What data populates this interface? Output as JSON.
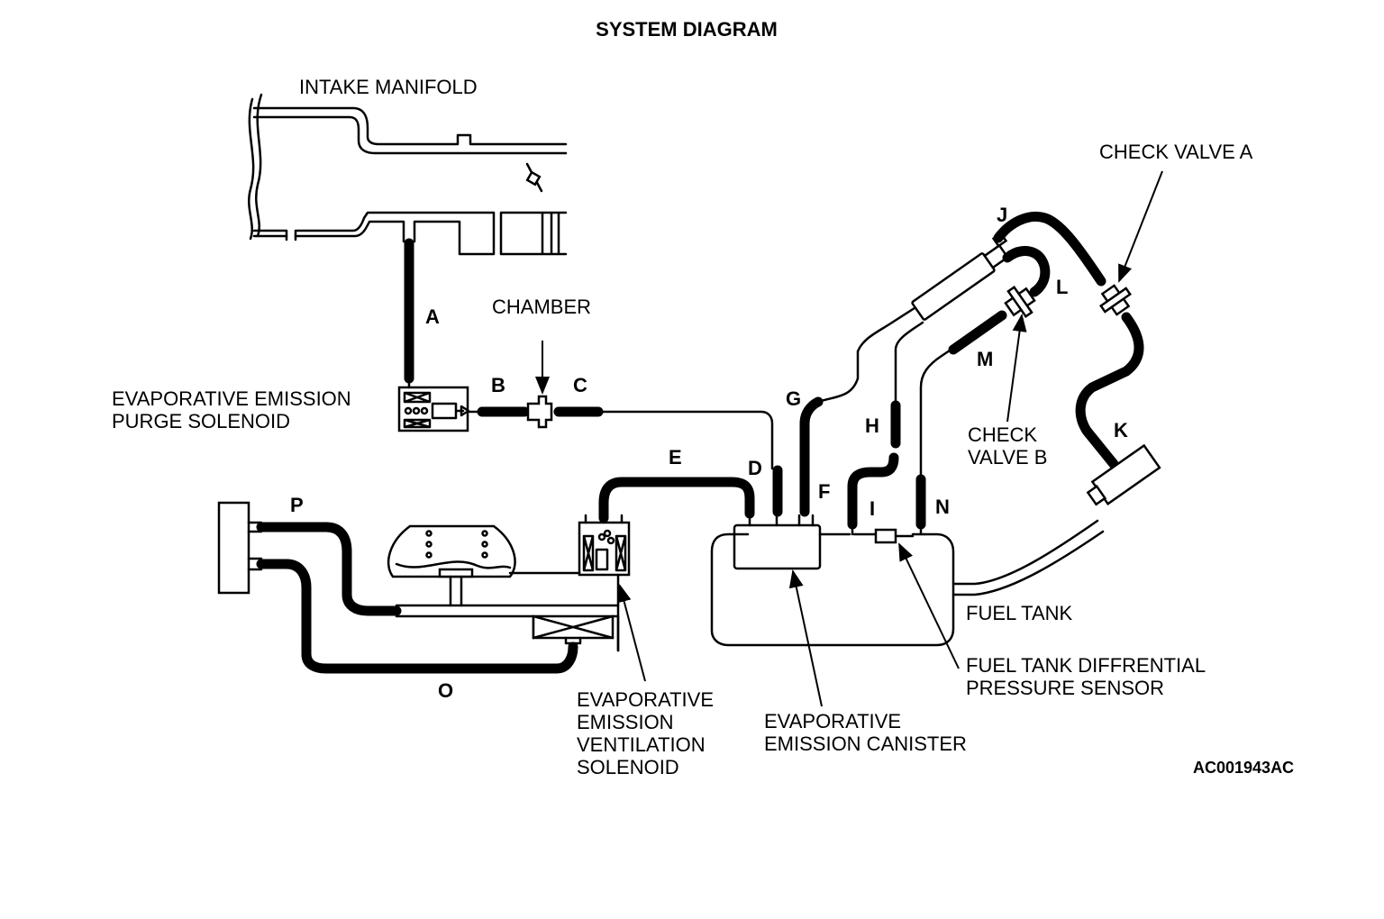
{
  "title": "SYSTEM DIAGRAM",
  "figure_code": "AC001943AC",
  "components": {
    "intake_manifold": "INTAKE MANIFOLD",
    "purge_solenoid": [
      "EVAPORATIVE EMISSION",
      "PURGE SOLENOID"
    ],
    "chamber": "CHAMBER",
    "check_valve_a": "CHECK VALVE A",
    "check_valve_b": [
      "CHECK",
      "VALVE B"
    ],
    "ventilation_solenoid": [
      "EVAPORATIVE",
      "EMISSION",
      "VENTILATION",
      "SOLENOID"
    ],
    "canister": [
      "EVAPORATIVE",
      "EMISSION CANISTER"
    ],
    "fuel_tank": "FUEL TANK",
    "pressure_sensor": [
      "FUEL TANK DIFFRENTIAL",
      "PRESSURE SENSOR"
    ]
  },
  "hoses": {
    "a": "A",
    "b": "B",
    "c": "C",
    "d": "D",
    "e": "E",
    "f": "F",
    "g": "G",
    "h": "H",
    "i": "I",
    "j": "J",
    "k": "K",
    "l": "L",
    "m": "M",
    "n": "N",
    "o": "O",
    "p": "P"
  }
}
